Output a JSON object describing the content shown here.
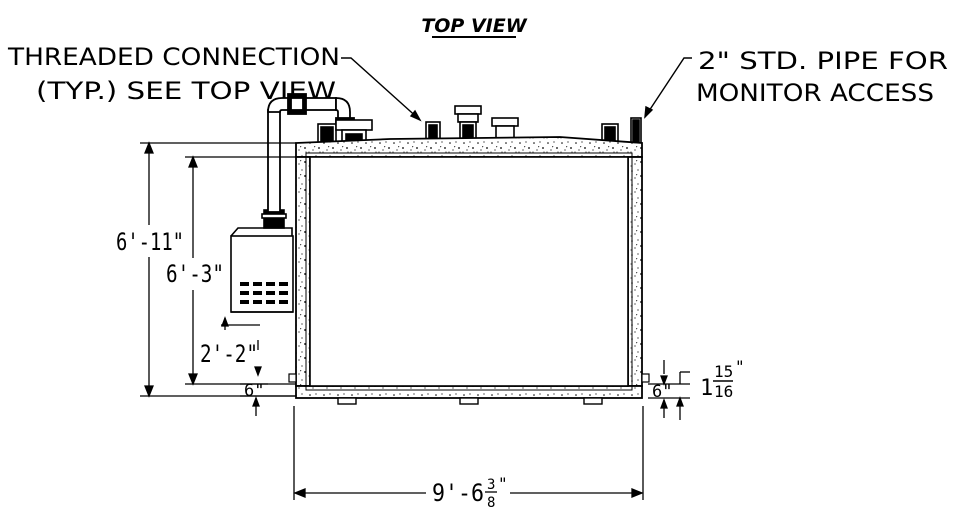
{
  "header": {
    "title": "TOP VIEW"
  },
  "callouts": {
    "threaded_line1": "THREADED CONNECTION",
    "threaded_line2": "(TYP.) SEE TOP VIEW",
    "pipe_line1": "2\" STD. PIPE FOR",
    "pipe_line2": "MONITOR ACCESS"
  },
  "dimensions": {
    "overall_height": "6'-11\"",
    "tank_height": "6'-3\"",
    "pump_height": "2'-2\"",
    "base_left": "6\"",
    "base_right": "6\"",
    "wall_whole": "1",
    "wall_num": "15",
    "wall_den": "16",
    "wall_unit": "\"",
    "width_main": "9'-6",
    "width_num": "3",
    "width_den": "8",
    "width_unit": "\""
  },
  "colors": {
    "line": "#000000",
    "background": "#ffffff"
  }
}
